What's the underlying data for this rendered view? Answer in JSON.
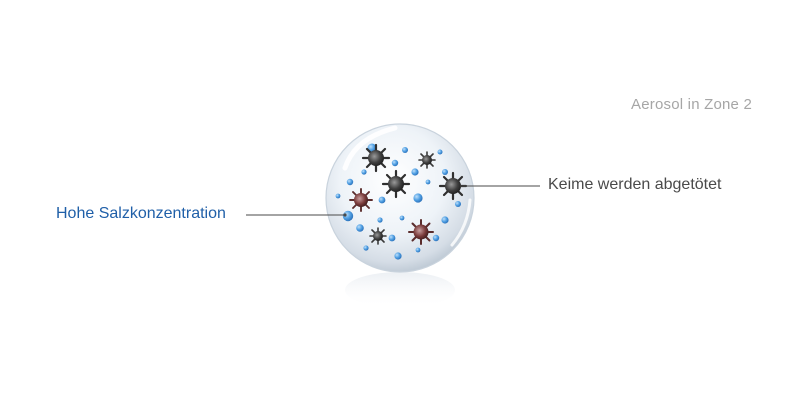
{
  "title": "Aerosol in Zone 2",
  "labels": {
    "left": "Hohe Salzkonzentration",
    "right": "Keime werden abgetötet"
  },
  "colors": {
    "salt_droplet": "#3d8fd8",
    "germ_dark": "#3a3a3a",
    "germ_red": "#7a3a3a",
    "label_blue": "#1f5fa8",
    "label_gray": "#4a4a4a",
    "title_gray": "#a6a6a6"
  },
  "icons": {
    "droplet": "aerosol-droplet-icon",
    "salt": "salt-particle-icon",
    "germ": "germ-icon"
  }
}
